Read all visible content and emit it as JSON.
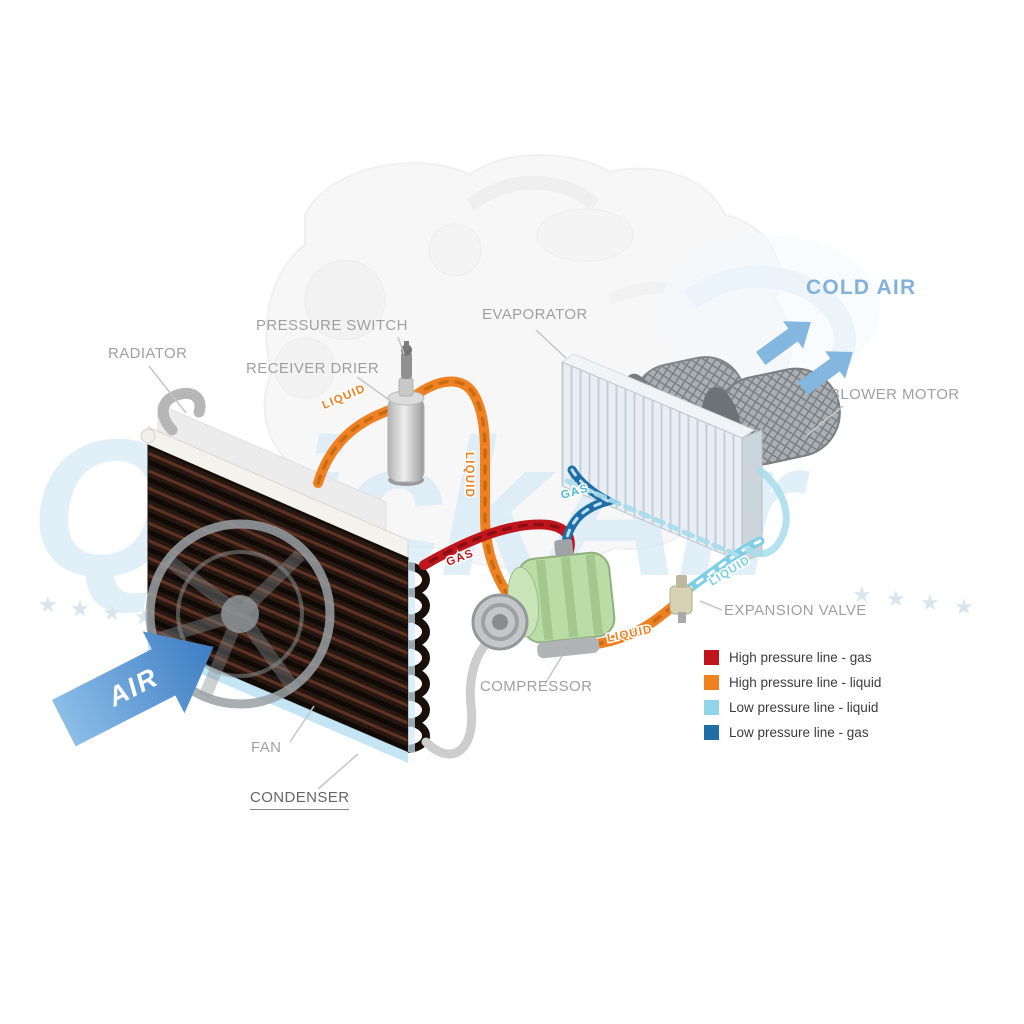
{
  "watermark": {
    "text": "QuickAir",
    "star": "★"
  },
  "component_labels": {
    "radiator": "RADIATOR",
    "pressure_switch": "PRESSURE SWITCH",
    "receiver_drier": "RECEIVER DRIER",
    "evaporator": "EVAPORATOR",
    "blower_motor": "BLOWER MOTOR",
    "cold_air": "COLD AIR",
    "expansion_valve": "EXPANSION VALVE",
    "compressor": "COMPRESSOR",
    "fan": "FAN",
    "condenser": "CONDENSER",
    "air_arrow": "AIR"
  },
  "pipe_labels": {
    "liquid": "LIQUID",
    "gas": "GAS"
  },
  "legend": {
    "items": [
      {
        "label": "High pressure line - gas",
        "color": "#c0151c"
      },
      {
        "label": "High pressure line - liquid",
        "color": "#ef8122"
      },
      {
        "label": "Low pressure line - liquid",
        "color": "#8fd4e8"
      },
      {
        "label": "Low pressure line -  gas",
        "color": "#1f6ea6"
      }
    ]
  },
  "colors": {
    "hp_gas": "#c0151c",
    "hp_liquid": "#ef8122",
    "lp_liquid": "#7ecfe4",
    "lp_gas": "#1f6ea6",
    "lp_gas_label": "#4db9d6",
    "cold_air_text": "#82b1da",
    "component_label_text": "#a0a0a0",
    "legend_text": "#3c3c3c"
  }
}
